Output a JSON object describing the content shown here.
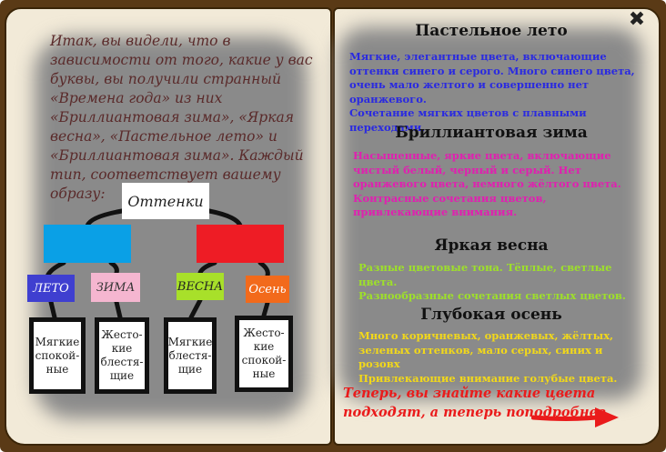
{
  "close_icon": "close-icon",
  "intro": "Итак, вы видели, что в зависимости от того, какие у вас буквы, вы получили странный «Времена года» из них «Бриллиантовая зима», «Яркая весна», «Пастельное лето» и «Бриллиантовая зима». Каждый тип, соответствует вашему образу:",
  "diagram": {
    "root": "Оттенки",
    "seasons": [
      "ЛЕТО",
      "ЗИМА",
      "ВЕСНА",
      "Осень"
    ],
    "subtypes": [
      "Мягкие спокой-ные",
      "Жесто-кие блестя-щие",
      "Мягкие блестя-щие",
      "Жесто-кие спокой-ные"
    ]
  },
  "sections": [
    {
      "title": "Пастельное лето",
      "text": "Мягкие, элегантные цвета, включающие оттенки синего и серого. Много синего цвета, очень мало желтого и совершенно нет оранжевого.\nСочетание мягких цветов с плавными переходами."
    },
    {
      "title": "Бриллиантовая зима",
      "text": "Насыщенные, яркие цвета, включающие чистый белый, черный и серый. Нет оранжевого цвета, немного жёлтого цвета.\nКонтрасные сочетания цветов, привлекающие внимания."
    },
    {
      "title": "Яркая весна",
      "text": "Разные цветовые тона. Тёплые, светлые цвета.\nРазнообразные сочетания светлых цветов."
    },
    {
      "title": "Глубокая осень",
      "text": "Много коричневых, оранжевых, жёлтых, зеленых оттенков, мало серых, синих и розовх\nПривлекающие внимание голубые цвета."
    }
  ],
  "bottom_text": "Теперь, вы знайте какие цвета подходят, а теперь поподробнее",
  "colors": {
    "blue": "#0aa0e6",
    "red": "#ee1c25",
    "leto": "#3f3fd0",
    "zima": "#f5b6d0",
    "vesna": "#a8e02a",
    "osen": "#f26a1b",
    "arrow": "#ea1b1b"
  }
}
